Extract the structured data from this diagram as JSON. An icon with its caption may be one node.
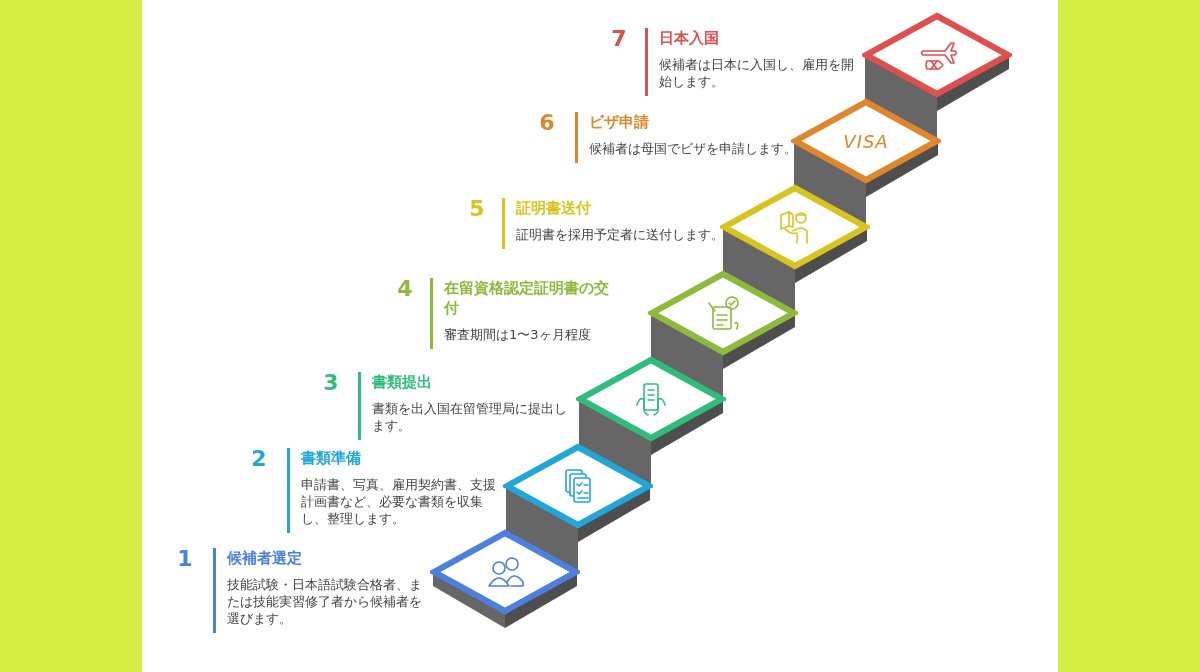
{
  "diagram": {
    "nodes": [
      {
        "text": [],
        "shape": "diamond"
      },
      {
        "text": [
          "VISA"
        ]
      },
      {
        "text": [],
        "shape": "diamond"
      },
      {
        "text": [],
        "shape": "diamond"
      },
      {
        "text": [],
        "shape": "diamond"
      },
      {
        "text": [],
        "shape": "diamond"
      },
      {
        "text": [],
        "shape": "diamond"
      }
    ],
    "edges": [],
    "labels": [
      "7",
      "日本入国",
      "候補者は日本に入国し、雇用を開始します。",
      "6",
      "ビザ申請",
      "候補者は母国でビザを申請します。",
      "5",
      "証明書送付",
      "証明書を採用予定者に送付します。",
      "4",
      "在留資格認定証明書の交付",
      "審査期間は1〜3ヶ月程度",
      "3",
      "書類提出",
      "書類を出入国在留管理局に提出します。",
      "2",
      "書類準備",
      "申請書、写真、雇用契約書、支援計画書など、必要な書類を収集し、整理します。",
      "1",
      "候補者選定",
      "技能試験・日本語試験合格者、または技能実習修了者から候補者を選びます。"
    ]
  }
}
